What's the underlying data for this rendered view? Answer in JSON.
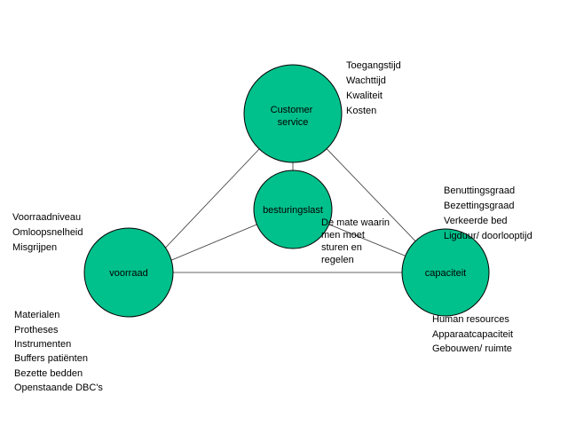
{
  "colors": {
    "node_fill": "#00C08B",
    "node_stroke": "#000000",
    "edge": "#333333",
    "text": "#000000",
    "background": "#FFFFFF"
  },
  "nodes": {
    "customer_service": {
      "lines": [
        "Customer",
        "service"
      ]
    },
    "besturingslast": {
      "lines": [
        "besturingslast"
      ]
    },
    "voorraad": {
      "lines": [
        "voorraad"
      ]
    },
    "capaciteit": {
      "lines": [
        "capaciteit"
      ]
    }
  },
  "lists": {
    "customer_service": [
      "Toegangstijd",
      "Wachttijd",
      "Kwaliteit",
      "Kosten"
    ],
    "capaciteit_top": [
      "Benuttingsgraad",
      "Bezettingsgraad",
      "Verkeerde bed",
      "Ligduur/ doorlooptijd"
    ],
    "capaciteit_bottom": [
      "Human resources",
      "Apparaatcapaciteit",
      "Gebouwen/ ruimte"
    ],
    "voorraad_top": [
      "Voorraadniveau",
      "Omloopsnelheid",
      "Misgrijpen"
    ],
    "voorraad_bottom": [
      "Materialen",
      "Protheses",
      "Instrumenten",
      "Buffers patiënten",
      "Bezette bedden",
      "Openstaande DBC's"
    ]
  },
  "annotation": {
    "lines": [
      "De mate waarin",
      "men moet",
      "sturen en",
      "regelen"
    ]
  }
}
